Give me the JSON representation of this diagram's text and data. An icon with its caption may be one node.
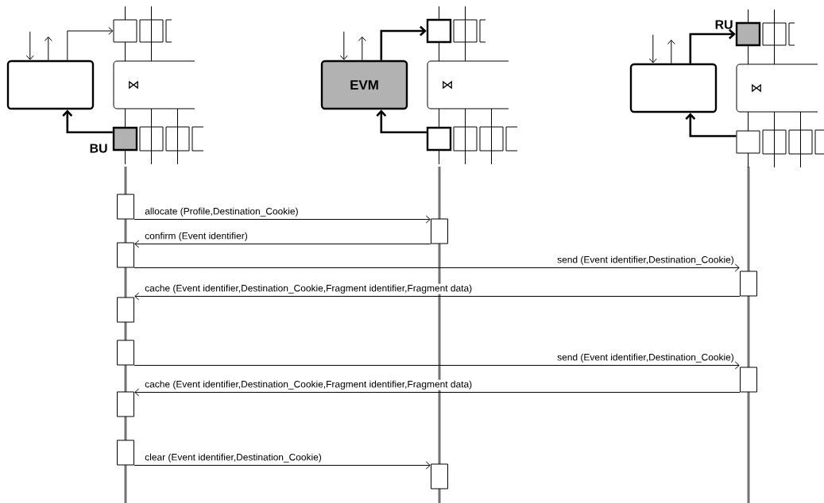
{
  "diagram": {
    "nodes": [
      {
        "text": [],
        "shape": "box"
      },
      {
        "text": [],
        "shape": "box"
      },
      {
        "text": [
          "⋈"
        ]
      },
      {
        "text": [],
        "shape": "box",
        "beside": [
          "BU"
        ]
      },
      {
        "text": [
          "EVM"
        ]
      },
      {
        "text": [],
        "shape": "box"
      },
      {
        "text": [
          "⋈"
        ]
      },
      {
        "text": [],
        "shape": "box"
      },
      {
        "text": [],
        "shape": "box"
      },
      {
        "text": [],
        "shape": "box",
        "beside": [
          "RU"
        ]
      },
      {
        "text": [
          "⋈"
        ]
      },
      {
        "text": [],
        "shape": "box"
      },
      {
        "text": [],
        "shape": "box"
      },
      {
        "text": [],
        "shape": "box"
      },
      {
        "text": [],
        "shape": "box"
      },
      {
        "text": [],
        "shape": "box"
      },
      {
        "text": [],
        "shape": "box"
      },
      {
        "text": [],
        "shape": "box"
      },
      {
        "text": [],
        "shape": "box"
      },
      {
        "text": [],
        "shape": "box"
      },
      {
        "text": [],
        "shape": "box"
      },
      {
        "text": [],
        "shape": "box"
      }
    ],
    "edges": [
      {
        "from": 12,
        "to": 13,
        "arrow": "to",
        "label": "allocate (Profile,Destination_Cookie)"
      },
      {
        "from": 13,
        "to": 14,
        "arrow": "to",
        "label": "confirm (Event identifier)"
      },
      {
        "from": 14,
        "to": 15,
        "arrow": "to",
        "label": "send (Event identifier,Destination_Cookie)"
      },
      {
        "from": 15,
        "to": 16,
        "arrow": "to",
        "label": "cache (Event identifier,Destination_Cookie,Fragment identifier,Fragment data)"
      },
      {
        "from": 17,
        "to": 18,
        "arrow": "to",
        "label": "send (Event identifier,Destination_Cookie)"
      },
      {
        "from": 18,
        "to": 19,
        "arrow": "to",
        "label": "cache (Event identifier,Destination_Cookie,Fragment identifier,Fragment data)"
      },
      {
        "from": 20,
        "to": 21,
        "arrow": "to",
        "label": "clear (Event identifier,Destination_Cookie)"
      },
      {
        "from": 0,
        "to": 1,
        "arrow": "to"
      },
      {
        "from": 3,
        "to": 0,
        "arrow": "to",
        "style": "thick"
      },
      {
        "from": null,
        "to": 0,
        "arrow": "to"
      },
      {
        "from": 0,
        "to": null,
        "arrow": "to"
      },
      {
        "from": 4,
        "to": 5,
        "arrow": "to",
        "style": "thick"
      },
      {
        "from": 7,
        "to": 4,
        "arrow": "to",
        "style": "thick"
      },
      {
        "from": null,
        "to": 4,
        "arrow": "to"
      },
      {
        "from": 4,
        "to": null,
        "arrow": "to"
      },
      {
        "from": 8,
        "to": 9,
        "arrow": "to",
        "style": "thick"
      },
      {
        "from": 11,
        "to": 8,
        "arrow": "to",
        "style": "thick"
      },
      {
        "from": null,
        "to": 8,
        "arrow": "to"
      },
      {
        "from": 8,
        "to": null,
        "arrow": "to"
      }
    ]
  }
}
